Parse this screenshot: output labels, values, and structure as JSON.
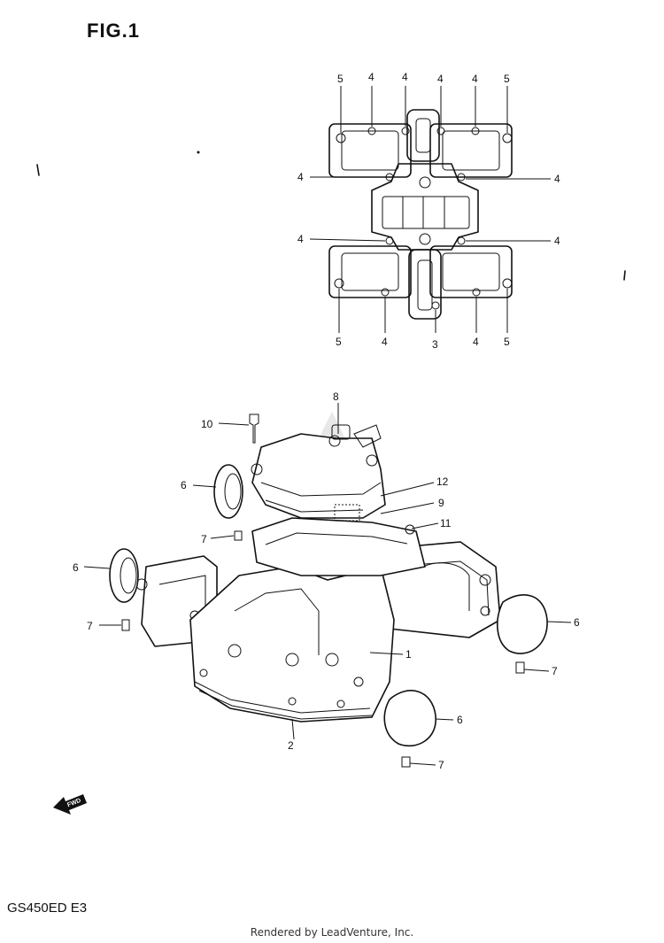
{
  "figure": {
    "title": "FIG.1"
  },
  "model_code": "GS450ED  E3",
  "footer": {
    "credit": "Rendered by LeadVenture, Inc."
  },
  "gasket_callouts": {
    "top": [
      "5",
      "4",
      "4",
      "4",
      "4",
      "5"
    ],
    "left_upper": "4",
    "right_upper": "4",
    "left_lower": "4",
    "right_lower": "4",
    "bottom": [
      "5",
      "4",
      "3",
      "4",
      "5"
    ]
  },
  "assembly_callouts": {
    "part_1": "1",
    "part_2": "2",
    "part_6a": "6",
    "part_6b": "6",
    "part_6c": "6",
    "part_6d": "6",
    "part_7a": "7",
    "part_7b": "7",
    "part_7c": "7",
    "part_7d": "7",
    "part_8": "8",
    "part_9": "9",
    "part_10": "10",
    "part_11": "11",
    "part_12": "12"
  },
  "fwd_arrow": {
    "label": "FWD"
  },
  "icons": [
    "fwd-arrow-icon"
  ]
}
